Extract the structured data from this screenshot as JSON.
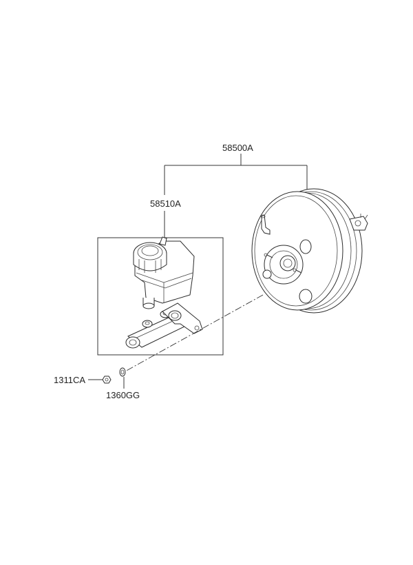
{
  "callouts": {
    "booster_assembly": "58500A",
    "master_cylinder": "58510A",
    "nut": "1311CA",
    "gasket": "1360GG"
  },
  "colors": {
    "line": "#333333",
    "background": "#ffffff"
  }
}
